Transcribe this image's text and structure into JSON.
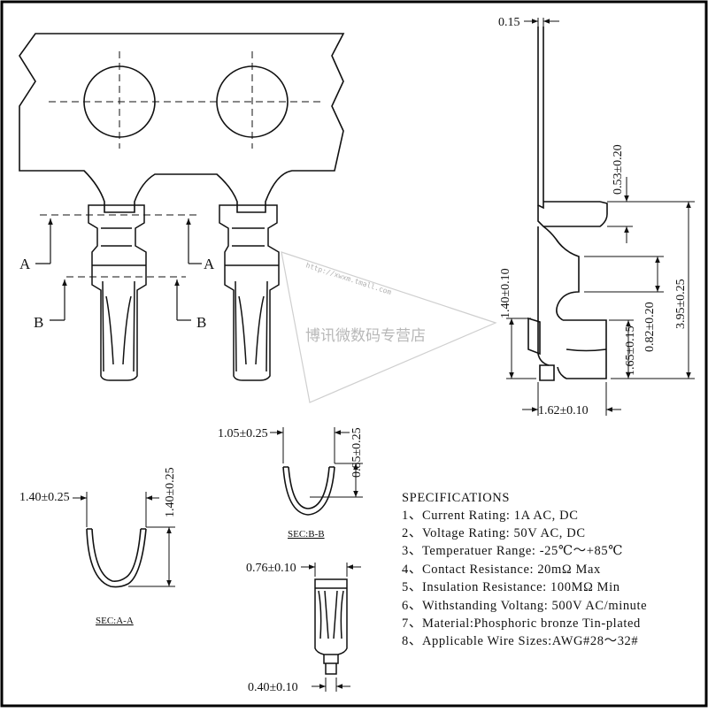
{
  "labels": {
    "section_a": "A",
    "section_b": "B",
    "sec_aa": "SEC:A-A",
    "sec_bb": "SEC:B-B"
  },
  "dimensions": {
    "thickness": "0.15",
    "top_gap": "0.53±0.20",
    "overall_height": "3.95±0.25",
    "left_height": "1.40±0.10",
    "mid_height": "1.65±0.15",
    "lower_gap": "0.82±0.20",
    "bottom_width": "1.62±0.10",
    "bb_width": "1.05±0.25",
    "bb_height": "0.85±0.25",
    "aa_width": "1.40±0.25",
    "aa_height": "1.40±0.25",
    "top_width": "0.76±0.10",
    "bottom_tab": "0.40±0.10"
  },
  "specifications": {
    "title": "SPECIFICATIONS",
    "items": [
      "1、Current Rating: 1A AC, DC",
      "2、Voltage Rating: 50V AC, DC",
      "3、Temperatuer Range: -25℃～+85℃",
      "4、Contact Resistance: 20mΩ  Max",
      "5、Insulation Resistance: 100MΩ  Min",
      "6、Withstanding Voltang: 500V AC/minute",
      "7、Material:Phosphoric bronze Tin-plated",
      "8、Applicable Wire Sizes:AWG#28～32#"
    ]
  },
  "watermark": {
    "url": "http://xwxm.tmall.com",
    "shop": "博讯微数码专营店"
  },
  "colors": {
    "line": "#111111",
    "border": "#000000",
    "watermark": "#bbbbbb"
  }
}
